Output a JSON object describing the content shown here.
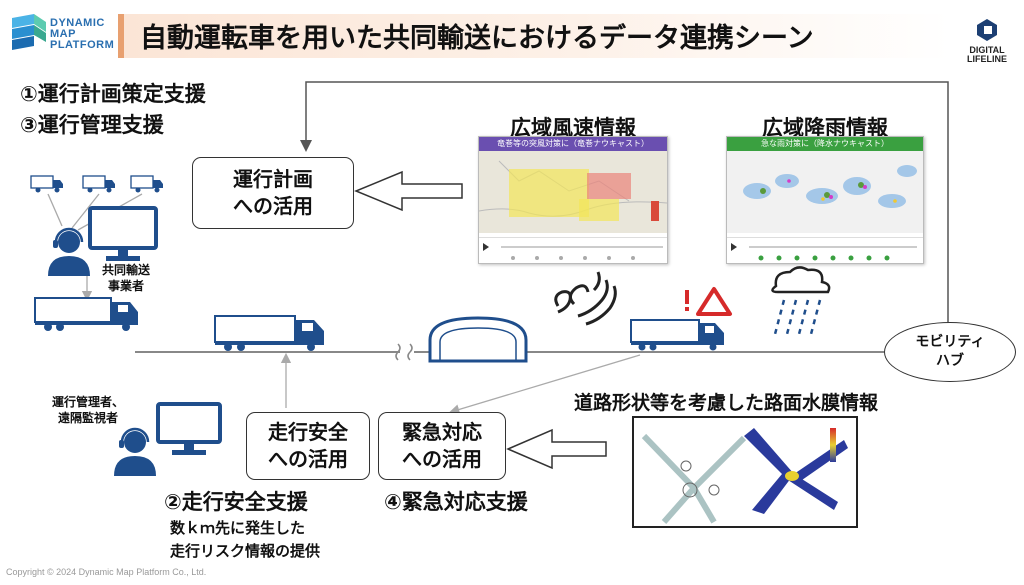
{
  "header": {
    "logo_lines": [
      "DYNAMIC",
      "MAP",
      "PLATFORM"
    ],
    "title": "自動運転車を用いた共同輸送におけるデータ連携シーン",
    "right_logo_lines": [
      "DIGITAL",
      "LIFELINE"
    ]
  },
  "left": {
    "support1": "①運行計画策定支援",
    "support3": "③運行管理支援",
    "carrier_label": [
      "共同輸送",
      "事業者"
    ],
    "manager_label": [
      "運行管理者、",
      "遠隔監視者"
    ]
  },
  "boxes": {
    "plan": [
      "運行計画",
      "への活用"
    ],
    "safety": [
      "走行安全",
      "への活用"
    ],
    "emergency": [
      "緊急対応",
      "への活用"
    ]
  },
  "panels": {
    "wind": {
      "title": "広域風速情報",
      "header": "竜巻等の突風対策に（竜巻ナウキャスト）"
    },
    "rain": {
      "title": "広域降雨情報",
      "header": "急な雨対策に（降水ナウキャスト）"
    },
    "water": {
      "title": "道路形状等を考慮した路面水膜情報"
    }
  },
  "hub": [
    "モビリティ",
    "ハブ"
  ],
  "bottom": {
    "support2": "②走行安全支援",
    "risk_lines": [
      "数ｋｍ先に発生した",
      "走行リスク情報の提供"
    ],
    "support4": "④緊急対応支援"
  },
  "footer": {
    "copyright": "Copyright © 2024 Dynamic Map Platform Co., Ltd."
  },
  "colors": {
    "truck_blue": "#1f4e8c",
    "accent_orange": "#e8a070",
    "wind_header": "#6a4fb0",
    "rain_header": "#3aa040",
    "alert_red": "#d62a2a"
  }
}
